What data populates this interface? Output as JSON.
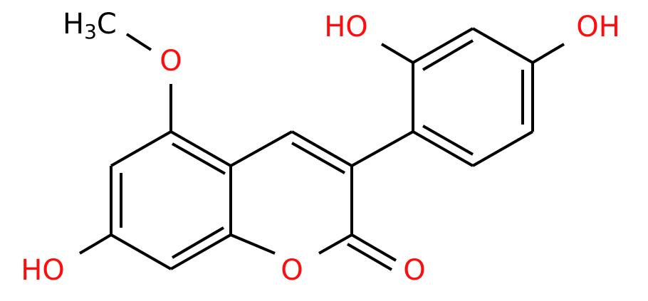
{
  "colors": {
    "bond": "#000000",
    "oxygen": "#ff0d0d",
    "carbon": "#000000"
  },
  "labels": {
    "methyl_h": "H",
    "methyl_sub": "3",
    "methyl_c": "C",
    "methoxy_o": "O",
    "ho_left": "HO",
    "ring_o": "O",
    "carbonyl_o": "O",
    "ho_ortho": "HO",
    "oh_para": "OH"
  }
}
